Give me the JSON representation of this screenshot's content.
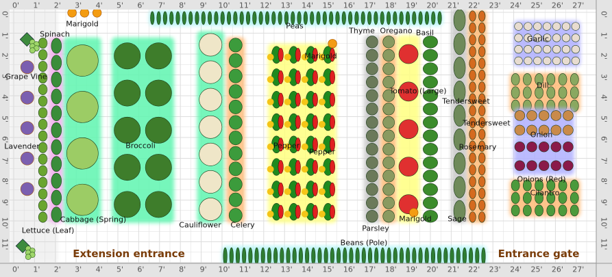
{
  "rulers": {
    "horizontal": [
      "0'",
      "1'",
      "2'",
      "3'",
      "4'",
      "5'",
      "6'",
      "7'",
      "8'",
      "9'",
      "10'",
      "11'",
      "12'",
      "13'",
      "14'",
      "15'",
      "16'",
      "17'",
      "18'",
      "19'",
      "20'",
      "21'",
      "22'",
      "23'",
      "24'",
      "25'",
      "26'",
      "27'"
    ],
    "vertical": [
      "0'",
      "1'",
      "2'",
      "3'",
      "4'",
      "5'",
      "6'",
      "7'",
      "8'",
      "9'",
      "10'",
      "11'"
    ]
  },
  "plant_labels": [
    "Peas",
    "Marigold",
    "Spinach",
    "Grape Vine",
    "Lavender",
    "Lettuce (Leaf)",
    "Cabbage (Spring)",
    "Broccoli",
    "Cauliflower",
    "Celery",
    "Pepper",
    "Pepper",
    "Marigold",
    "Thyme",
    "Oregano",
    "Basil",
    "Tomato (Large)",
    "Parsley",
    "Marigold",
    "Tendersweet",
    "Tendersweet",
    "Rosemary",
    "Sage",
    "Garlic",
    "Dill",
    "Onion",
    "Onions (Red)",
    "Cilantro",
    "Beans (Pole)"
  ],
  "areas": {
    "extension": "Extension entrance",
    "gate": "Entrance gate"
  },
  "colors": {
    "grid": "#dddddd",
    "ruler": "#e4e4e4",
    "area_text": "#7a3d0a",
    "green_glow": "#5ff5b0",
    "yellow_glow": "#ffff80",
    "orange_glow": "#ffbb77",
    "blue_glow": "#b0b0ff",
    "gray_glow": "#c8c8c8",
    "cyan_glow": "#b0f4f4"
  }
}
